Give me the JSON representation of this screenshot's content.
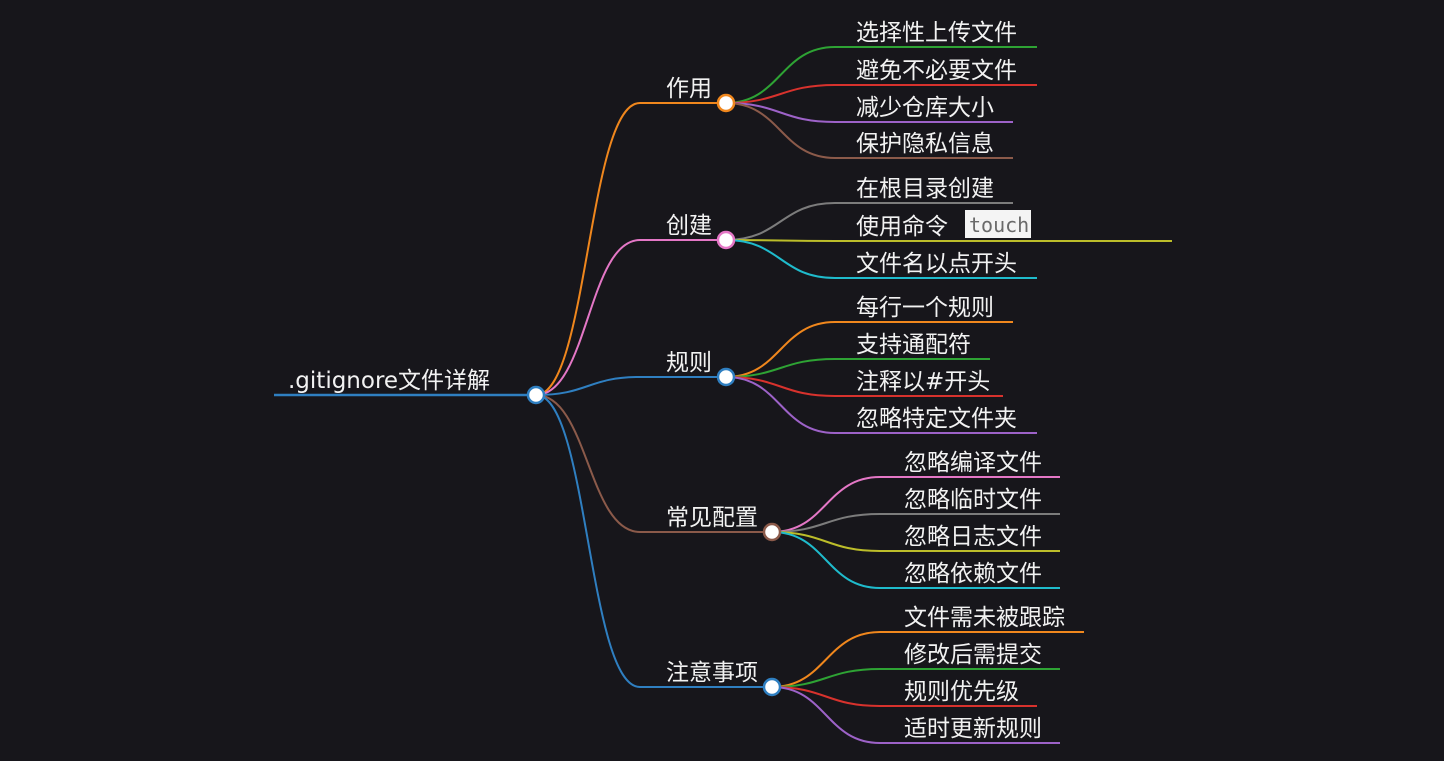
{
  "root": {
    "label": ".gitignore文件详解",
    "color": "#2f7fc1"
  },
  "branches": [
    {
      "label": "作用",
      "color": "#f0871d",
      "children": [
        {
          "label": "选择性上传文件",
          "color": "#2ea334"
        },
        {
          "label": "避免不必要文件",
          "color": "#d8322d"
        },
        {
          "label": "减少仓库大小",
          "color": "#9d62c8"
        },
        {
          "label": "保护隐私信息",
          "color": "#8b5a4a"
        }
      ]
    },
    {
      "label": "创建",
      "color": "#e477c6",
      "children": [
        {
          "label": "在根目录创建",
          "color": "#7c7c7c"
        },
        {
          "label": "使用命令",
          "code": "touch",
          "color": "#bcbd2a"
        },
        {
          "label": "文件名以点开头",
          "color": "#1fbbcc"
        }
      ]
    },
    {
      "label": "规则",
      "color": "#2f7fc1",
      "children": [
        {
          "label": "每行一个规则",
          "color": "#f0871d"
        },
        {
          "label": "支持通配符",
          "color": "#2ea334"
        },
        {
          "label": "注释以#开头",
          "color": "#d8322d"
        },
        {
          "label": "忽略特定文件夹",
          "color": "#9d62c8"
        }
      ]
    },
    {
      "label": "常见配置",
      "color": "#8b5a4a",
      "children": [
        {
          "label": "忽略编译文件",
          "color": "#e477c6"
        },
        {
          "label": "忽略临时文件",
          "color": "#7c7c7c"
        },
        {
          "label": "忽略日志文件",
          "color": "#bcbd2a"
        },
        {
          "label": "忽略依赖文件",
          "color": "#1fbbcc"
        }
      ]
    },
    {
      "label": "注意事项",
      "color": "#2f7fc1",
      "children": [
        {
          "label": "文件需未被跟踪",
          "color": "#f0871d"
        },
        {
          "label": "修改后需提交",
          "color": "#2ea334"
        },
        {
          "label": "规则优先级",
          "color": "#d8322d"
        },
        {
          "label": "适时更新规则",
          "color": "#9d62c8"
        }
      ]
    }
  ]
}
